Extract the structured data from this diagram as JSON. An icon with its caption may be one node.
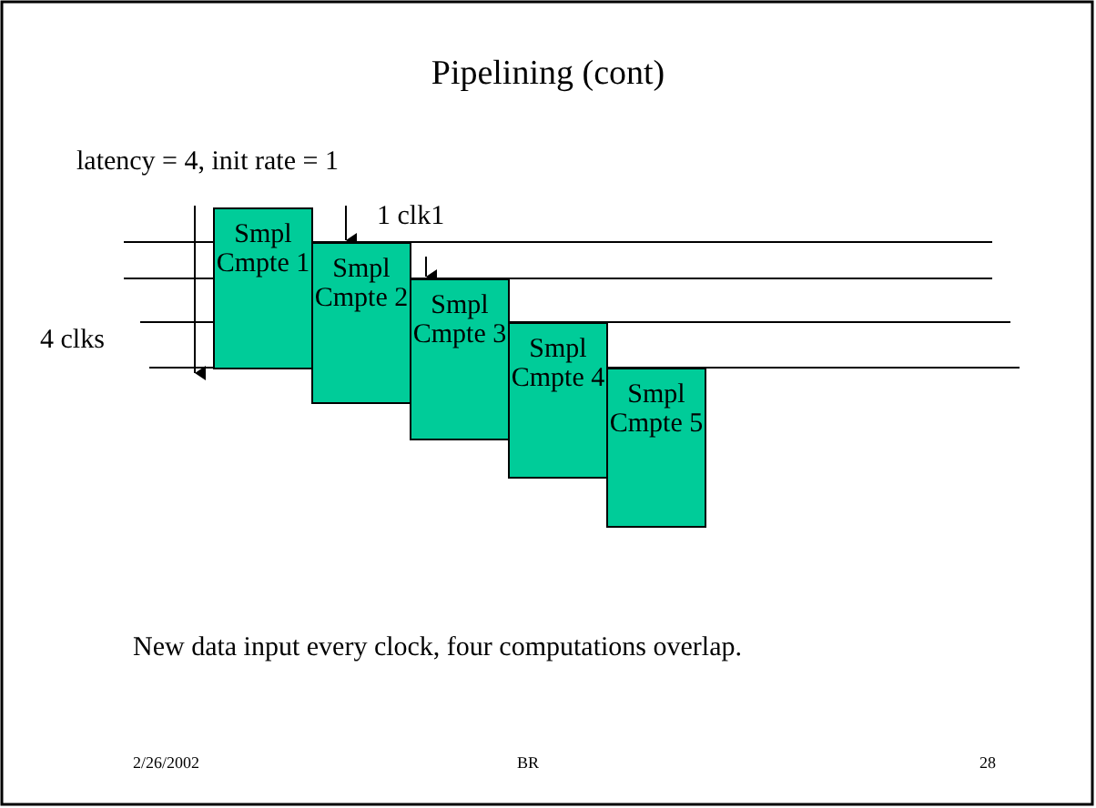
{
  "diagram": {
    "title": "Pipelining  (cont)",
    "caption": "New data input every clock, four computations overlap.",
    "nodes": [
      {
        "text": [
          "Smpl Cmpte 1"
        ]
      },
      {
        "text": [
          "Smpl Cmpte 2"
        ]
      },
      {
        "text": [
          "Smpl Cmpte 3"
        ]
      },
      {
        "text": [
          "Smpl Cmpte 4"
        ]
      },
      {
        "text": [
          "Smpl Cmpte 5"
        ]
      }
    ],
    "labels": [
      "latency = 4,  init rate = 1",
      "1 clk1",
      "4 clks",
      "2/26/2002",
      "BR",
      "28"
    ]
  }
}
